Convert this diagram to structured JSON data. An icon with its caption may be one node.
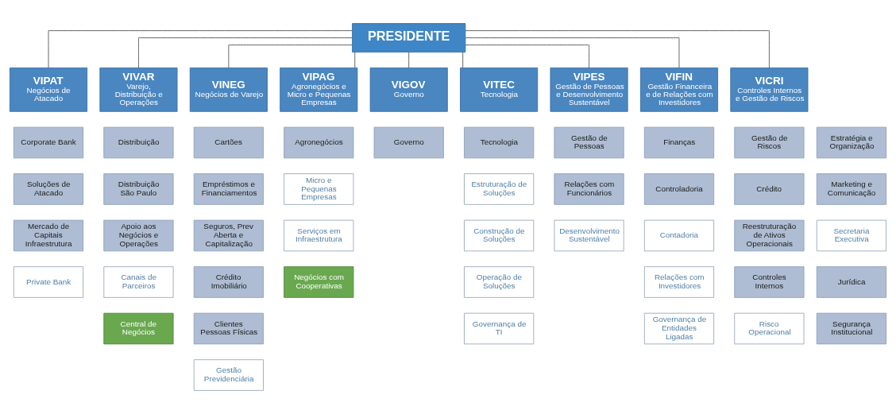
{
  "diagram": {
    "nodes": [
      {
        "text": [
          "PRESIDENTE"
        ]
      },
      {
        "text": [
          "VIPAT",
          "Negócios de Atacado"
        ]
      },
      {
        "text": [
          "VIVAR",
          "Varejo, Distribuição e Operações"
        ]
      },
      {
        "text": [
          "VINEG",
          "Negócios de Varejo"
        ]
      },
      {
        "text": [
          "VIPAG",
          "Agronegócios e Micro e Pequenas Empresas"
        ]
      },
      {
        "text": [
          "VIGOV",
          "Governo"
        ]
      },
      {
        "text": [
          "VITEC",
          "Tecnologia"
        ]
      },
      {
        "text": [
          "VIPES",
          "Gestão de Pessoas e Desenvolvimento Sustentável"
        ]
      },
      {
        "text": [
          "VIFIN",
          "Gestão Financeira e de Relações com Investidores"
        ]
      },
      {
        "text": [
          "VICRI",
          "Controles Internos e Gestão de Riscos"
        ]
      },
      {
        "text": [
          "Corporate Bank"
        ]
      },
      {
        "text": [
          "Soluções de Atacado"
        ]
      },
      {
        "text": [
          "Mercado de Capitais Infraestrutura"
        ]
      },
      {
        "text": [
          "Private Bank"
        ]
      },
      {
        "text": [
          "Distribuição"
        ]
      },
      {
        "text": [
          "Distribuição São Paulo"
        ]
      },
      {
        "text": [
          "Apoio aos Negócios e Operações"
        ]
      },
      {
        "text": [
          "Canais de Parceiros"
        ]
      },
      {
        "text": [
          "Central de Negócios"
        ]
      },
      {
        "text": [
          "Cartões"
        ]
      },
      {
        "text": [
          "Empréstimos e Financiamentos"
        ]
      },
      {
        "text": [
          "Seguros, Prev Aberta e Capitalização"
        ]
      },
      {
        "text": [
          "Crédito Imobiliário"
        ]
      },
      {
        "text": [
          "Clientes Pessoas Físicas"
        ]
      },
      {
        "text": [
          "Gestão Previdenciária"
        ]
      },
      {
        "text": [
          "Agronegócios"
        ]
      },
      {
        "text": [
          "Micro e Pequenas Empresas"
        ]
      },
      {
        "text": [
          "Serviços em Infraestrutura"
        ]
      },
      {
        "text": [
          "Negócios com Cooperativas"
        ]
      },
      {
        "text": [
          "Governo"
        ]
      },
      {
        "text": [
          "Tecnologia"
        ]
      },
      {
        "text": [
          "Estruturação de Soluções"
        ]
      },
      {
        "text": [
          "Construção de Soluções"
        ]
      },
      {
        "text": [
          "Operação de Soluções"
        ]
      },
      {
        "text": [
          "Governança de TI"
        ]
      },
      {
        "text": [
          "Gestão de Pessoas"
        ]
      },
      {
        "text": [
          "Relações com Funcionários"
        ]
      },
      {
        "text": [
          "Desenvolvimento Sustentável"
        ]
      },
      {
        "text": [
          "Finanças"
        ]
      },
      {
        "text": [
          "Controladoria"
        ]
      },
      {
        "text": [
          "Contadoria"
        ]
      },
      {
        "text": [
          "Relações com Investidores"
        ]
      },
      {
        "text": [
          "Governança de Entidades Ligadas"
        ]
      },
      {
        "text": [
          "Gestão de Riscos"
        ]
      },
      {
        "text": [
          "Crédito"
        ]
      },
      {
        "text": [
          "Reestruturação de Ativos Operacionais"
        ]
      },
      {
        "text": [
          "Controles Internos"
        ]
      },
      {
        "text": [
          "Risco Operacional"
        ]
      },
      {
        "text": [
          "Estratégia e Organização"
        ]
      },
      {
        "text": [
          "Marketing e Comunicação"
        ]
      },
      {
        "text": [
          "Secretaria Executiva"
        ]
      },
      {
        "text": [
          "Jurídica"
        ]
      },
      {
        "text": [
          "Segurança Institucional"
        ]
      }
    ],
    "edges": [
      {
        "from": 0,
        "to": 1,
        "arrow": "none"
      },
      {
        "from": 0,
        "to": 2,
        "arrow": "none"
      },
      {
        "from": 0,
        "to": 3,
        "arrow": "none"
      },
      {
        "from": 0,
        "to": 4,
        "arrow": "none"
      },
      {
        "from": 0,
        "to": 5,
        "arrow": "none"
      },
      {
        "from": 0,
        "to": 6,
        "arrow": "none"
      },
      {
        "from": 0,
        "to": 7,
        "arrow": "none"
      },
      {
        "from": 0,
        "to": 8,
        "arrow": "none"
      },
      {
        "from": 0,
        "to": 9,
        "arrow": "none"
      }
    ]
  }
}
